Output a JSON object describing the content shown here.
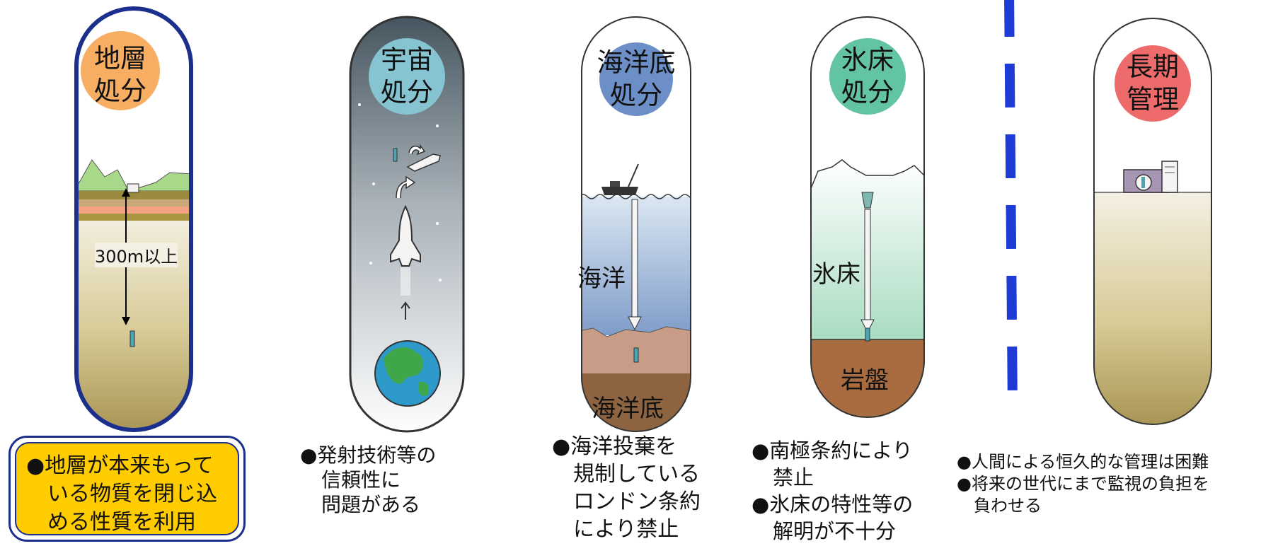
{
  "capsules": [
    {
      "id": "geological",
      "label_lines": [
        "地層",
        "処分"
      ],
      "color": "#f7ae63",
      "inner_labels": {
        "depth": "300m以上"
      }
    },
    {
      "id": "space",
      "label_lines": [
        "宇宙",
        "処分"
      ],
      "color": "#86c4d1",
      "inner_labels": {}
    },
    {
      "id": "seabed",
      "label_lines": [
        "海洋底",
        "処分"
      ],
      "color": "#6d8fc8",
      "inner_labels": {
        "ocean": "海洋",
        "seabed": "海洋底"
      }
    },
    {
      "id": "icesheet",
      "label_lines": [
        "氷床",
        "処分"
      ],
      "color": "#63c4a3",
      "inner_labels": {
        "ice": "氷床",
        "bedrock": "岩盤"
      }
    },
    {
      "id": "longterm",
      "label_lines": [
        "長期",
        "管理"
      ],
      "color": "#ee6b6b",
      "inner_labels": {}
    }
  ],
  "notes": {
    "geological": [
      "●地層が本来もって",
      "いる物質を閉じ込",
      "める性質を利用"
    ],
    "space": [
      "●発射技術等の",
      "信頼性に",
      "問題がある"
    ],
    "seabed": [
      "●海洋投棄を",
      "規制している",
      "ロンドン条約",
      "により禁止"
    ],
    "icesheet": [
      "●南極条約により",
      "禁止",
      "●氷床の特性等の",
      "解明が不十分"
    ],
    "longterm": [
      "●人間による恒久的な管理は困難",
      "●将来の世代にまで監視の負担を",
      "負わせる"
    ]
  },
  "colors": {
    "outline_blue": "#1b2f8c",
    "divider_blue": "#1f3bd6",
    "callout_fill": "#ffcc00"
  }
}
